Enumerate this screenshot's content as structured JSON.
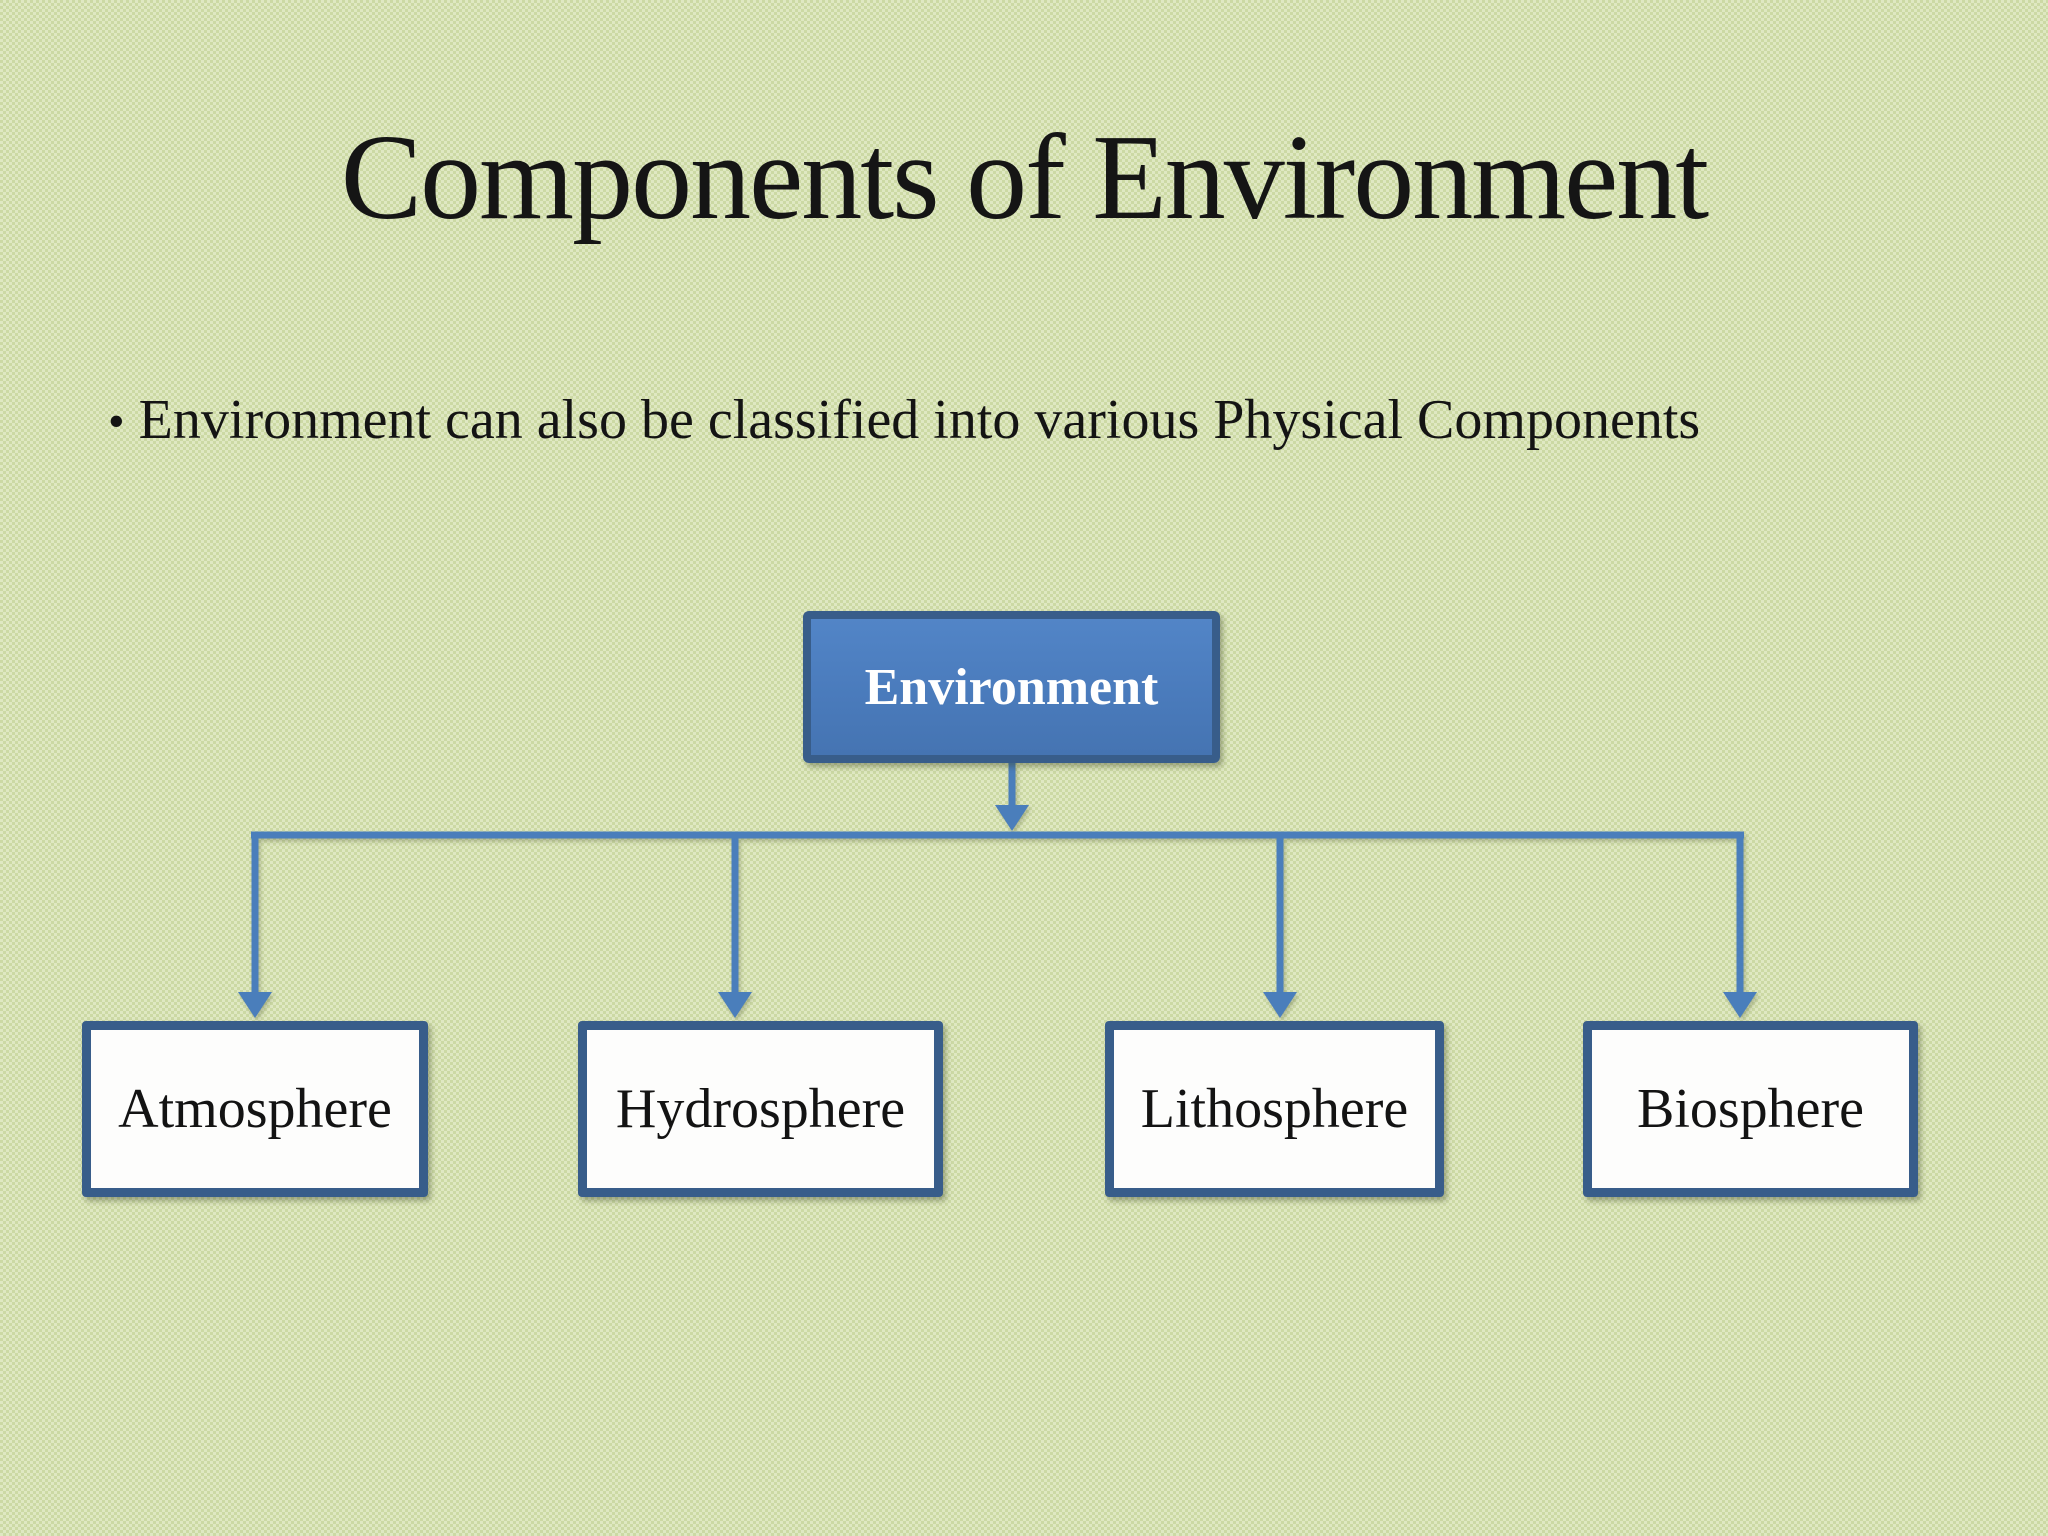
{
  "slide": {
    "title": "Components of Environment",
    "bullet": {
      "marker": "•",
      "text": "Environment can also be classified into various Physical Components"
    }
  },
  "diagram": {
    "type": "hierarchy",
    "root": {
      "label": "Environment"
    },
    "children": [
      {
        "label": "Atmosphere"
      },
      {
        "label": "Hydrosphere"
      },
      {
        "label": "Lithosphere"
      },
      {
        "label": "Biosphere"
      }
    ]
  },
  "colors": {
    "background_base": "#ccd9a4",
    "background_check": "#dfe8c2",
    "root_fill": "#4a7bbc",
    "root_border": "#385d8a",
    "root_text": "#ffffff",
    "child_fill": "#fdfdfc",
    "child_border": "#385d8a",
    "child_text": "#131313",
    "connector": "#4a7ebb",
    "title_text": "#151515"
  }
}
